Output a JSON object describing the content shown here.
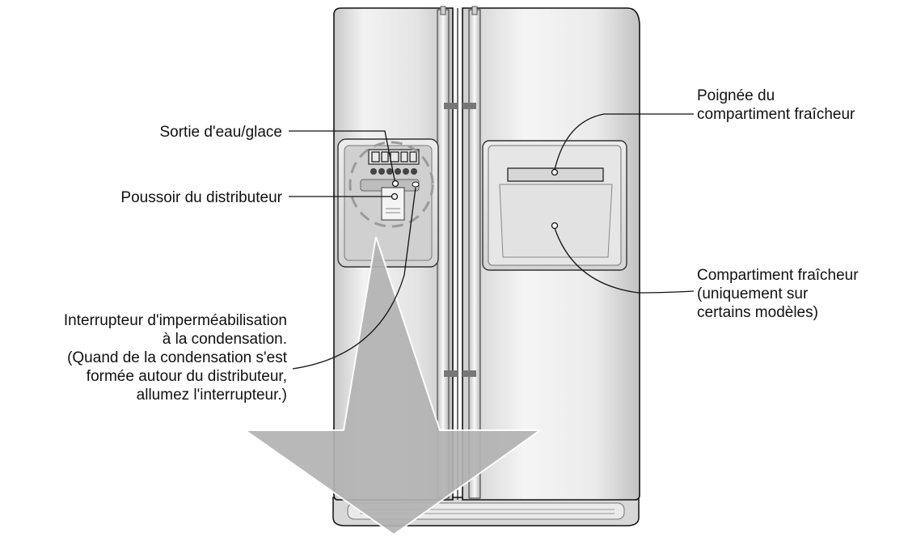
{
  "labels": {
    "water_ice_outlet": "Sortie d'eau/glace",
    "dispenser_pad": "Poussoir du distributeur",
    "condensation_switch": [
      "Interrupteur d'imperméabilisation",
      "à la condensation.",
      "(Quand de la condensation s'est",
      "formée autour du distributeur,",
      "allumez l'interrupteur.)"
    ],
    "freshness_handle": [
      "Poignée du",
      "compartiment fraîcheur"
    ],
    "freshness_compartment": [
      "Compartiment fraîcheur",
      "(uniquement sur",
      "certains modèles)"
    ]
  },
  "colors": {
    "outline": "#111111",
    "door_light": "#f4f4f4",
    "door_mid": "#dcdcdc",
    "door_dark": "#bdbdbd",
    "arrow": "#b3b3b3",
    "dashed_circle": "#9a9a9a"
  }
}
